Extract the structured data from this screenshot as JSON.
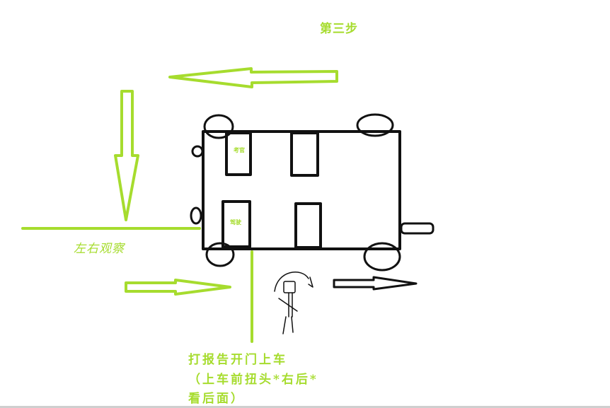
{
  "colors": {
    "accent": "#a6dc2e",
    "ink": "#111111"
  },
  "labels": {
    "title": "第三步",
    "observe": "左右观察",
    "seat_examiner": "考官",
    "seat_driver": "驾驶",
    "step_line1": "打报告开门上车",
    "step_line2": "（上车前扭头*右后*",
    "step_line3": "看后面）"
  }
}
